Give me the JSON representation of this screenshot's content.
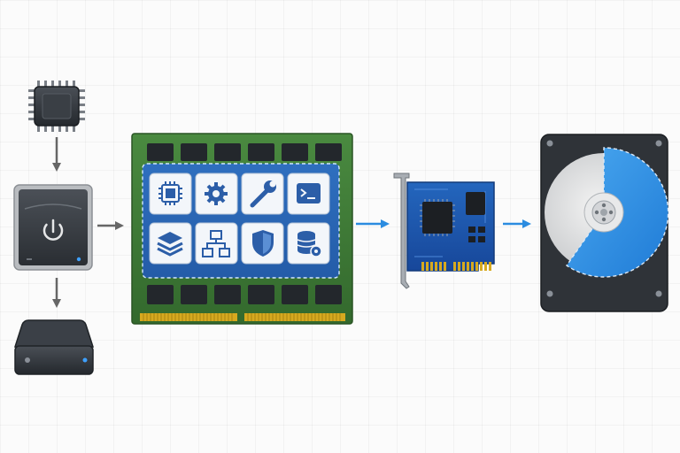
{
  "diagram": {
    "title": "",
    "components": [
      {
        "name": "cpu-chip",
        "label": ""
      },
      {
        "name": "computer-power",
        "label": ""
      },
      {
        "name": "storage-drive",
        "label": ""
      },
      {
        "name": "ram-module",
        "label": ""
      },
      {
        "name": "expansion-card",
        "label": ""
      },
      {
        "name": "hard-disk",
        "label": ""
      }
    ],
    "ram_tiles": [
      {
        "icon": "chip-icon"
      },
      {
        "icon": "gear-icon"
      },
      {
        "icon": "wrench-icon"
      },
      {
        "icon": "terminal-icon"
      },
      {
        "icon": "layers-icon"
      },
      {
        "icon": "network-icon"
      },
      {
        "icon": "shield-icon"
      },
      {
        "icon": "database-gear-icon"
      }
    ],
    "connections": [
      {
        "from": "cpu-chip",
        "to": "computer-power",
        "color": "#666666"
      },
      {
        "from": "computer-power",
        "to": "storage-drive",
        "color": "#666666"
      },
      {
        "from": "computer-power",
        "to": "ram-module",
        "color": "#666666"
      },
      {
        "from": "ram-module",
        "to": "expansion-card",
        "color": "#2b8ce0"
      },
      {
        "from": "expansion-card",
        "to": "hard-disk",
        "color": "#2b8ce0"
      }
    ],
    "colors": {
      "accent_blue": "#2b8ce0",
      "ram_green": "#3d7a36",
      "card_blue": "#1d57a8",
      "gold": "#d6a91f",
      "dark_slate": "#2d3238",
      "arrow_gray": "#666666"
    }
  }
}
